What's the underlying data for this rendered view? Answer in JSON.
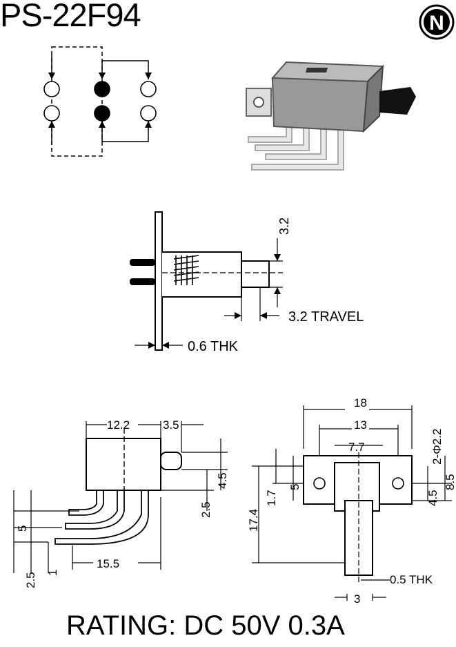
{
  "title": "PS-22F94",
  "logo_letter": "N",
  "rating": "RATING: DC 50V 0.3A",
  "side_view": {
    "dim_top": "3.2",
    "travel": "3.2 TRAVEL",
    "thickness": "0.6 THK"
  },
  "front_view": {
    "width": "12.2",
    "actuator": "3.5",
    "act_height": "4.5",
    "pin_gap": "2.5",
    "pin_row": "5",
    "pin_pitch": "2.5",
    "pin_offset": "1",
    "pin_length": "15.5"
  },
  "pcb_view": {
    "overall": "18",
    "hole_pitch": "13",
    "inner": "7.7",
    "holes": "2-Φ2.2",
    "height": "17.4",
    "offset": "1.7",
    "hole_row": "5",
    "hole_height": "4.5",
    "total_height": "8.5",
    "pin_thk": "0.5 THK",
    "pin_spacing": "3"
  }
}
